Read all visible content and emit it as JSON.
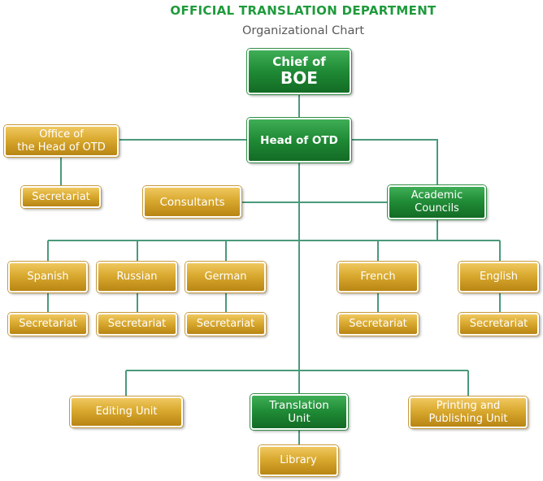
{
  "title": "OFFICIAL TRANSLATION DEPARTMENT",
  "subtitle": "Organizational Chart",
  "nodes": {
    "chief_line1": "Chief of",
    "chief_line2": "BOE",
    "head": "Head of OTD",
    "office_line1": "Office of",
    "office_line2": "the Head of OTD",
    "office_secretariat": "Secretariat",
    "consultants": "Consultants",
    "academic_line1": "Academic",
    "academic_line2": "Councils",
    "spanish": "Spanish",
    "russian": "Russian",
    "german": "German",
    "french": "French",
    "english": "English",
    "spanish_secretariat": "Secretariat",
    "russian_secretariat": "Secretariat",
    "german_secretariat": "Secretariat",
    "french_secretariat": "Secretariat",
    "english_secretariat": "Secretariat",
    "editing": "Editing Unit",
    "translation_line1": "Translation",
    "translation_line2": "Unit",
    "printing_line1": "Printing and",
    "printing_line2": "Publishing Unit",
    "library": "Library"
  },
  "colors": {
    "title": "#1f9a3c",
    "green_box": "#1f8a35",
    "gold_box": "#d9a92f",
    "connector": "#4a9a7a"
  }
}
